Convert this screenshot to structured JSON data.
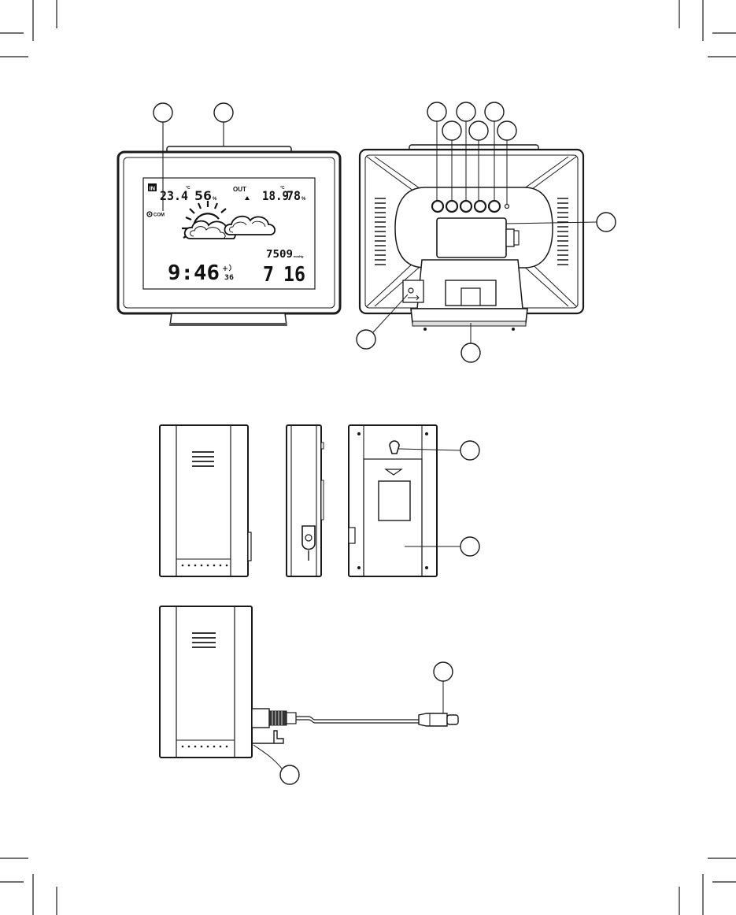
{
  "station_display": {
    "indoor_label": "IN",
    "indoor_temp": "23.4",
    "indoor_temp_unit": "°C",
    "indoor_humidity": "56",
    "indoor_humidity_unit": "%",
    "outdoor_label": "OUT",
    "outdoor_temp": "18.9",
    "outdoor_temp_unit": "°C",
    "outdoor_humidity": "78",
    "outdoor_humidity_unit": "%",
    "comfort_label": "COM",
    "pressure": "7509",
    "pressure_unit": "mmHg",
    "time": "9:46",
    "seconds": "36",
    "date_day": "7",
    "date_month": "16"
  },
  "icons": [
    "sun-behind-cloud-icon",
    "cloud-icon",
    "alert-triangle-icon",
    "comfort-icon",
    "battery-icon",
    "keyhole-icon",
    "sensor-probe-icon"
  ],
  "colors": {
    "line": "#1a1a1a",
    "paper": "#ffffff",
    "lcd_bg": "#ffffff"
  }
}
